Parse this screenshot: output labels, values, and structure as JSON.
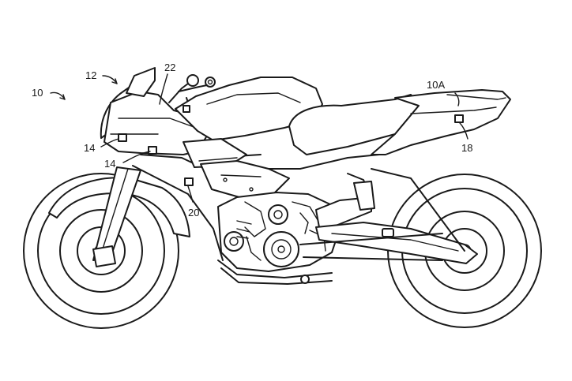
{
  "labels": {
    "ref_10": "10",
    "ref_12": "12",
    "ref_22": "22",
    "ref_10a": "10A",
    "ref_14_upper": "14",
    "ref_14_lower": "14",
    "ref_18": "18",
    "ref_20": "20"
  },
  "colors": {
    "line": "#1a1a1a",
    "background": "#ffffff"
  }
}
